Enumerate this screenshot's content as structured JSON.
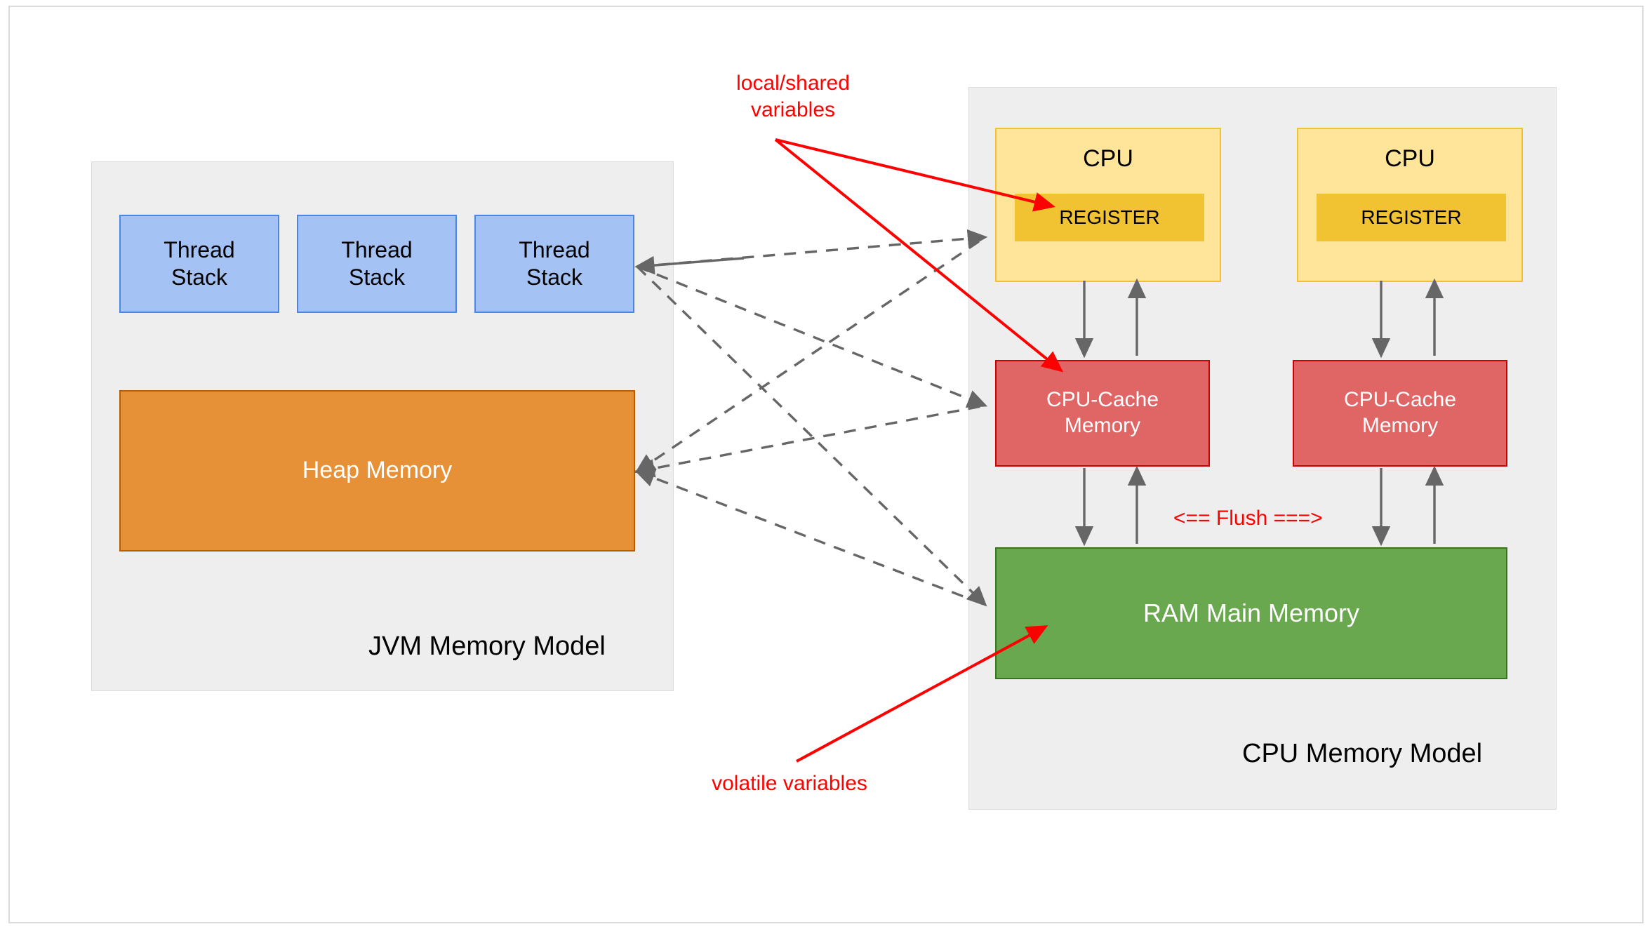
{
  "diagram": {
    "title_left": "JVM Memory Model",
    "title_right": "CPU Memory Model"
  },
  "jvm_panel": {
    "label": "JVM Memory Model",
    "thread_stacks": [
      {
        "label": "Thread\nStack"
      },
      {
        "label": "Thread\nStack"
      },
      {
        "label": "Thread\nStack"
      }
    ],
    "heap": {
      "label": "Heap Memory"
    }
  },
  "cpu_panel": {
    "label": "CPU Memory Model",
    "cpus": [
      {
        "title": "CPU",
        "register_label": "REGISTER",
        "cache_label": "CPU-Cache\nMemory"
      },
      {
        "title": "CPU",
        "register_label": "REGISTER",
        "cache_label": "CPU-Cache\nMemory"
      }
    ],
    "ram": {
      "label": "RAM Main Memory"
    },
    "flush_label": "<== Flush ===>"
  },
  "annotations": {
    "local_shared": "local/shared\nvariables",
    "volatile": "volatile variables"
  },
  "colors": {
    "panel_bg": "#eeeeee",
    "thread_stack_fill": "#a4c2f4",
    "thread_stack_stroke": "#4a86e8",
    "heap_fill": "#e69138",
    "heap_stroke": "#b45f06",
    "cpu_fill": "#ffe599",
    "cpu_stroke": "#f1c232",
    "register_fill": "#f1c232",
    "cache_fill": "#e06666",
    "cache_stroke": "#cc0000",
    "ram_fill": "#6aa84f",
    "ram_stroke": "#38761d",
    "annotation_red": "#ff0000",
    "connector_gray": "#666666"
  }
}
